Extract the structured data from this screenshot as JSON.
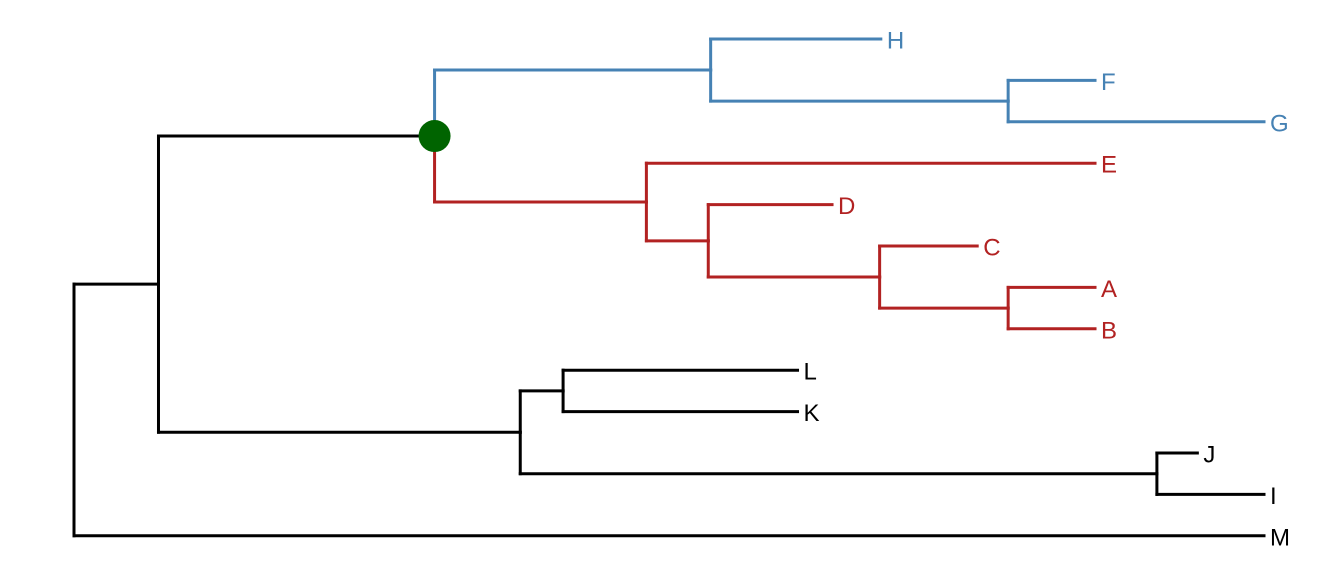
{
  "chart_data": {
    "type": "phylogenetic-tree",
    "layout": "rectangular",
    "orientation": "left-to-right",
    "branch_length_units": "relative",
    "colors": {
      "default": "#000000",
      "clade_blue": "#4682B4",
      "clade_red": "#B22222",
      "highlight_node": "#006400"
    },
    "tip_order": [
      "H",
      "F",
      "G",
      "E",
      "D",
      "C",
      "A",
      "B",
      "L",
      "K",
      "J",
      "I",
      "M"
    ],
    "tree": {
      "id": "root",
      "depth": 0,
      "color": "default",
      "children": [
        {
          "id": "n1",
          "depth": 0.71,
          "color": "default",
          "children": [
            {
              "id": "n_highlight",
              "depth": 3.03,
              "color": "default",
              "highlight": true,
              "children": [
                {
                  "id": "n_blue",
                  "depth": 5.35,
                  "color": "clade_blue",
                  "children": [
                    {
                      "id": "H",
                      "label": "H",
                      "depth": 6.78,
                      "color": "clade_blue"
                    },
                    {
                      "id": "n_fg",
                      "depth": 7.85,
                      "color": "clade_blue",
                      "children": [
                        {
                          "id": "F",
                          "label": "F",
                          "depth": 8.58,
                          "color": "clade_blue"
                        },
                        {
                          "id": "G",
                          "label": "G",
                          "depth": 10.0,
                          "color": "clade_blue"
                        }
                      ]
                    }
                  ]
                },
                {
                  "id": "n_red",
                  "depth": 4.81,
                  "color": "clade_red",
                  "children": [
                    {
                      "id": "E",
                      "label": "E",
                      "depth": 8.58,
                      "color": "clade_red"
                    },
                    {
                      "id": "n_d",
                      "depth": 5.33,
                      "color": "clade_red",
                      "children": [
                        {
                          "id": "D",
                          "label": "D",
                          "depth": 6.37,
                          "color": "clade_red"
                        },
                        {
                          "id": "n_c",
                          "depth": 6.77,
                          "color": "clade_red",
                          "children": [
                            {
                              "id": "C",
                              "label": "C",
                              "depth": 7.59,
                              "color": "clade_red"
                            },
                            {
                              "id": "n_ab",
                              "depth": 7.85,
                              "color": "clade_red",
                              "children": [
                                {
                                  "id": "A",
                                  "label": "A",
                                  "depth": 8.58,
                                  "color": "clade_red"
                                },
                                {
                                  "id": "B",
                                  "label": "B",
                                  "depth": 8.58,
                                  "color": "clade_red"
                                }
                              ]
                            }
                          ]
                        }
                      ]
                    }
                  ]
                }
              ]
            },
            {
              "id": "n_black",
              "depth": 3.75,
              "color": "default",
              "children": [
                {
                  "id": "n_lk",
                  "depth": 4.11,
                  "color": "default",
                  "children": [
                    {
                      "id": "L",
                      "label": "L",
                      "depth": 6.08,
                      "color": "default"
                    },
                    {
                      "id": "K",
                      "label": "K",
                      "depth": 6.08,
                      "color": "default"
                    }
                  ]
                },
                {
                  "id": "n_ji",
                  "depth": 9.1,
                  "color": "default",
                  "children": [
                    {
                      "id": "J",
                      "label": "J",
                      "depth": 9.44,
                      "color": "default"
                    },
                    {
                      "id": "I",
                      "label": "I",
                      "depth": 10.0,
                      "color": "default"
                    }
                  ]
                }
              ]
            }
          ]
        },
        {
          "id": "M",
          "label": "M",
          "depth": 10.0,
          "color": "default"
        }
      ]
    }
  }
}
